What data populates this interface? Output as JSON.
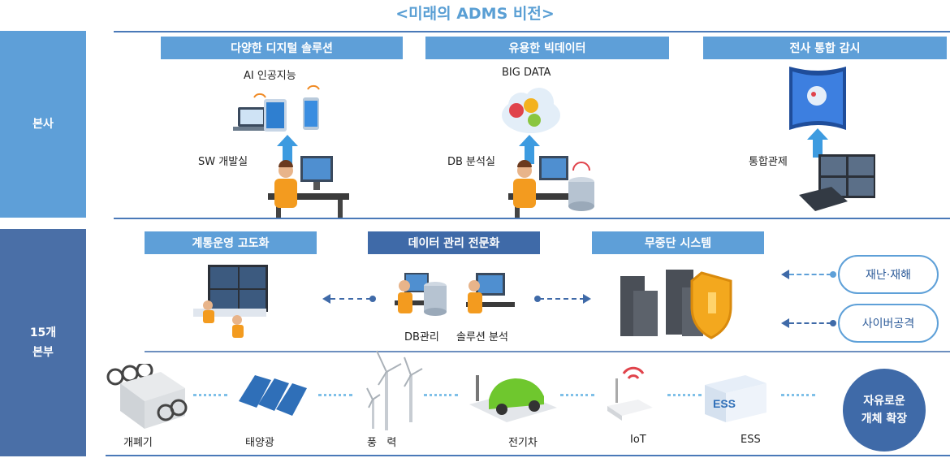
{
  "title": "<미래의 ADMS 비전>",
  "side": {
    "hq": "본사",
    "branch": "15개\n본부"
  },
  "top_bars": [
    "다양한 디지털 솔루션",
    "유용한 빅데이터",
    "전사 통합 감시"
  ],
  "top_labels": {
    "ai": "AI 인공지능",
    "sw": "SW 개발실",
    "bigdata": "BIG DATA",
    "db": "DB 분석실",
    "control": "통합관제"
  },
  "mid_bars": [
    "계통운영 고도화",
    "데이터 관리 전문화",
    "무중단 시스템"
  ],
  "mid_labels": {
    "db_mgmt": "DB관리",
    "solution": "솔루션 분석"
  },
  "threats": [
    "재난·재해",
    "사이버공격"
  ],
  "devices": [
    "개폐기",
    "태양광",
    "풍   력",
    "전기차",
    "IoT",
    "ESS"
  ],
  "ess_text": "ESS",
  "circle": "자유로운\n개체 확장",
  "colors": {
    "light_blue": "#5e9fd8",
    "dark_blue": "#3f6aa8",
    "title_blue": "#5a9fd4",
    "dots": "#7fc0e8"
  }
}
